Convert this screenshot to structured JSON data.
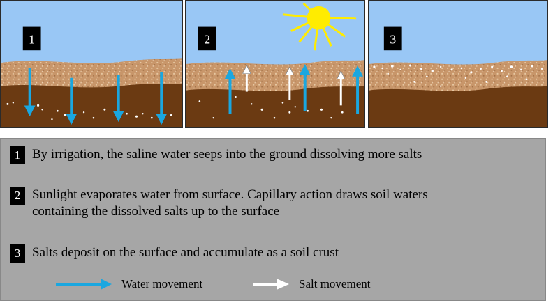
{
  "panels": [
    {
      "number": "1"
    },
    {
      "number": "2"
    },
    {
      "number": "3"
    }
  ],
  "steps": [
    {
      "number": "1",
      "text": "By irrigation, the saline water seeps into the ground dissolving more salts"
    },
    {
      "number": "2",
      "text": "Sunlight evaporates water from surface. Capillary action draws soil waters\ncontaining the dissolved salts up to the surface"
    },
    {
      "number": "3",
      "text": "Salts deposit on the surface and accumulate as a soil crust"
    }
  ],
  "legend": {
    "water_label": "Water movement",
    "salt_label": "Salt movement"
  },
  "colors": {
    "sky": "#99c7f5",
    "topsoil": "#c79a6b",
    "subsoil": "#6b3a12",
    "water_arrow": "#1aa7e0",
    "salt_arrow": "#ffffff",
    "sun": "#ffec00",
    "caption_bg": "#a6a6a6"
  }
}
